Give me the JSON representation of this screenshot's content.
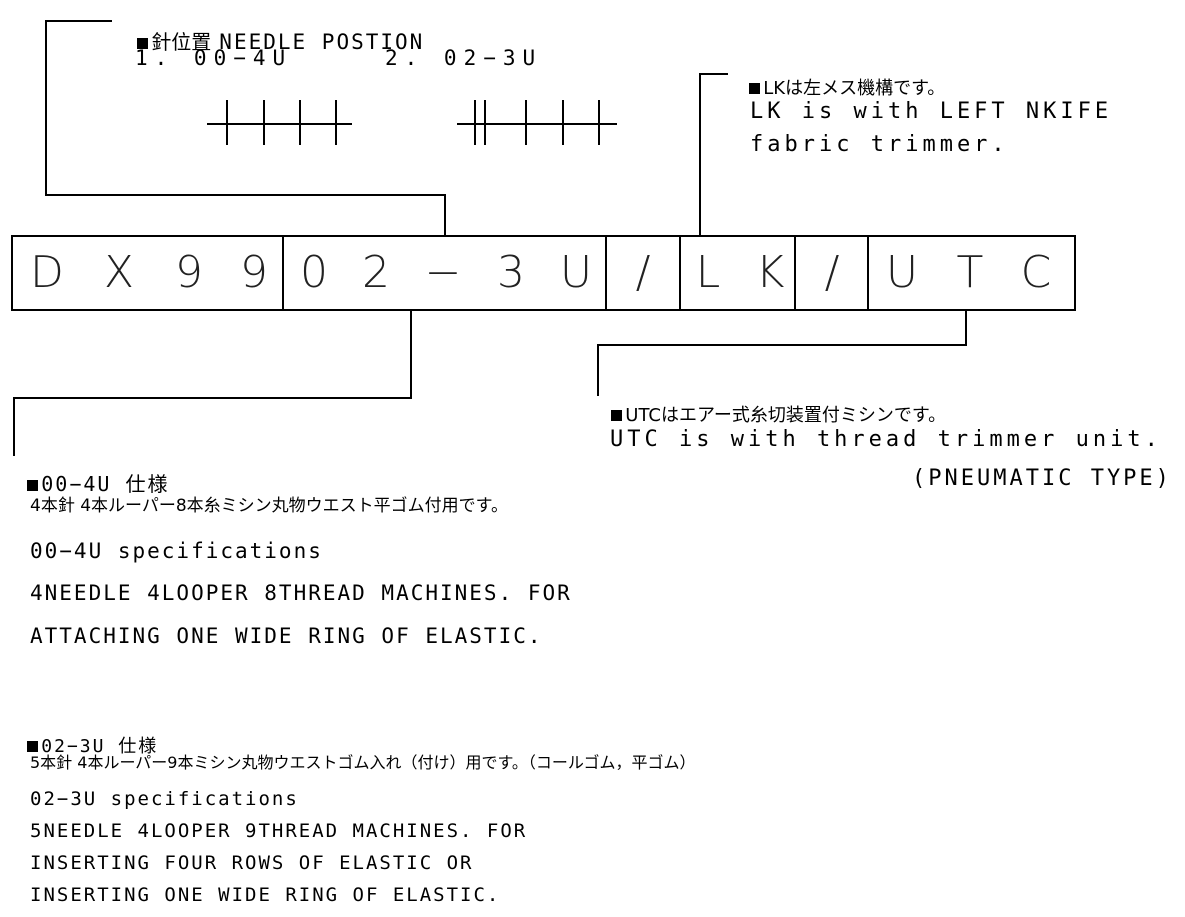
{
  "model_code": {
    "chars": [
      "D",
      "X",
      "9",
      "9",
      "0",
      "2",
      "−",
      "3",
      "U",
      "/",
      "L",
      "K",
      "/",
      "U",
      "T",
      "C"
    ]
  },
  "needle_position": {
    "title_jp": "針位置",
    "title_en": "NEEDLE POSTION",
    "option_1": "1. 00−4U",
    "option_2": "2. 02−3U"
  },
  "lk_note": {
    "jp": "LKは左メス機構です。",
    "en_line1": "LK is with LEFT NKIFE",
    "en_line2": "fabric trimmer."
  },
  "utc_note": {
    "jp": "UTCはエアー式糸切装置付ミシンです。",
    "en_line1": "UTC is with thread trimmer unit.",
    "en_line2": "(PNEUMATIC TYPE)"
  },
  "spec_00_4u": {
    "title": "00−4U 仕様",
    "jp_desc": "4本針 4本ルーパー8本糸ミシン丸物ウエスト平ゴム付用です。",
    "en_title": "00−4U specifications",
    "en_line1": "4NEEDLE 4LOOPER 8THREAD MACHINES. FOR",
    "en_line2": "ATTACHING ONE WIDE RING OF ELASTIC."
  },
  "spec_02_3u": {
    "title": "02−3U 仕様",
    "jp_desc": "5本針 4本ルーパー9本ミシン丸物ウエストゴム入れ（付け）用です。（コールゴム，平ゴム）",
    "en_title": "02−3U specifications",
    "en_line1": "5NEEDLE 4LOOPER 9THREAD MACHINES. FOR",
    "en_line2": "INSERTING FOUR ROWS OF ELASTIC OR",
    "en_line3": "INSERTING ONE WIDE RING OF ELASTIC."
  }
}
